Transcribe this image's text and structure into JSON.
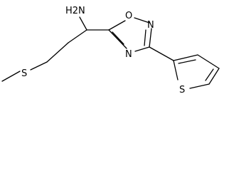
{
  "molecule": {
    "atoms": {
      "amine": "H2N",
      "ring_oxygen": "O",
      "ring_n_top": "N",
      "ring_n_bottom": "N",
      "thioether_s": "S",
      "thiophene_s": "S"
    }
  }
}
